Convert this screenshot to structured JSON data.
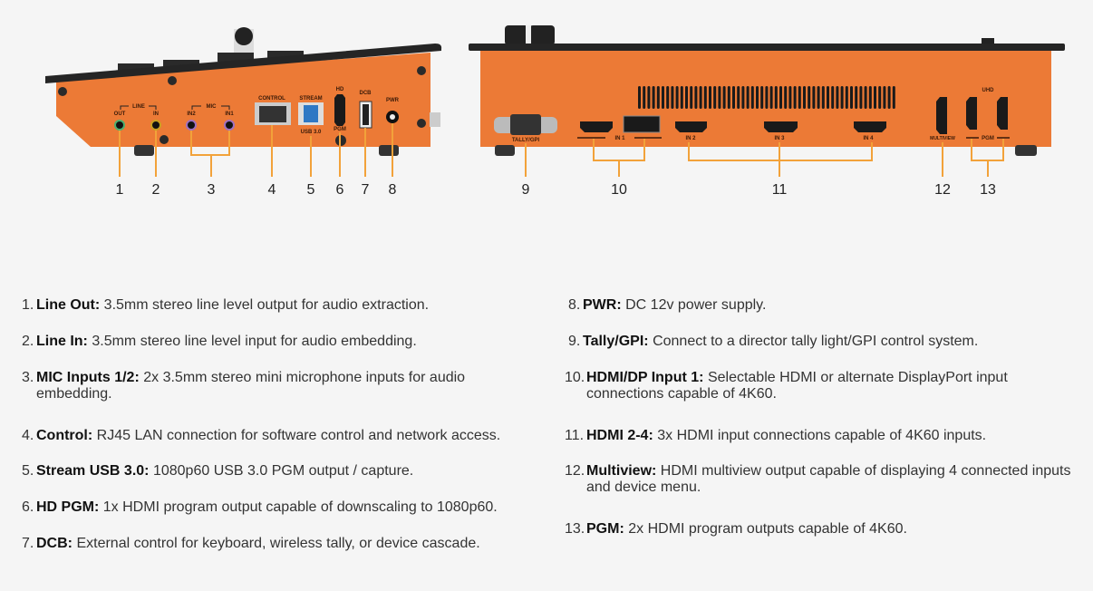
{
  "left_panel": {
    "port_labels": {
      "line": "LINE",
      "out": "OUT",
      "in": "IN",
      "mic": "MIC",
      "in2": "IN2",
      "in1": "IN1",
      "control": "CONTROL",
      "stream": "STREAM",
      "usb": "USB 3.0",
      "hd": "HD",
      "pgm": "PGM",
      "dcb": "DCB",
      "pwr": "PWR"
    },
    "numbers": [
      "1",
      "2",
      "3",
      "4",
      "5",
      "6",
      "7",
      "8"
    ]
  },
  "right_panel": {
    "port_labels": {
      "tally": "TALLY/GPI",
      "in1": "IN 1",
      "in2": "IN 2",
      "in3": "IN 3",
      "in4": "IN 4",
      "multiview": "MULTIVIEW",
      "uhd": "UHD",
      "pgm": "PGM"
    },
    "numbers": [
      "9",
      "10",
      "11",
      "12",
      "13"
    ]
  },
  "items": [
    {
      "num": "1.",
      "term": "Line Out:",
      "desc": "3.5mm stereo line level output for audio extraction."
    },
    {
      "num": "2.",
      "term": "Line In:",
      "desc": "3.5mm stereo line level input for audio embedding."
    },
    {
      "num": "3.",
      "term": "MIC Inputs 1/2:",
      "desc": "2x 3.5mm stereo mini microphone inputs for audio embedding."
    },
    {
      "num": "4.",
      "term": "Control:",
      "desc": "RJ45 LAN connection for software control and network access."
    },
    {
      "num": "5.",
      "term": "Stream USB 3.0:",
      "desc": "1080p60 USB 3.0 PGM output / capture."
    },
    {
      "num": "6.",
      "term": "HD PGM:",
      "desc": "1x HDMI program output capable of downscaling to 1080p60."
    },
    {
      "num": "7.",
      "term": "DCB:",
      "desc": "External control for keyboard, wireless tally, or device cascade."
    },
    {
      "num": "8.",
      "term": "PWR:",
      "desc": "DC 12v power supply."
    },
    {
      "num": "9.",
      "term": "Tally/GPI:",
      "desc": "Connect to a director tally light/GPI control system."
    },
    {
      "num": "10.",
      "term": "HDMI/DP Input 1:",
      "desc": "Selectable HDMI or alternate DisplayPort input connections capable of 4K60."
    },
    {
      "num": "11.",
      "term": "HDMI 2-4:",
      "desc": "3x HDMI input connections capable of 4K60 inputs."
    },
    {
      "num": "12.",
      "term": "Multiview:",
      "desc": "HDMI multiview output capable of displaying 4 connected inputs and device menu."
    },
    {
      "num": "13.",
      "term": "PGM:",
      "desc": "2x HDMI program outputs capable of 4K60."
    }
  ]
}
